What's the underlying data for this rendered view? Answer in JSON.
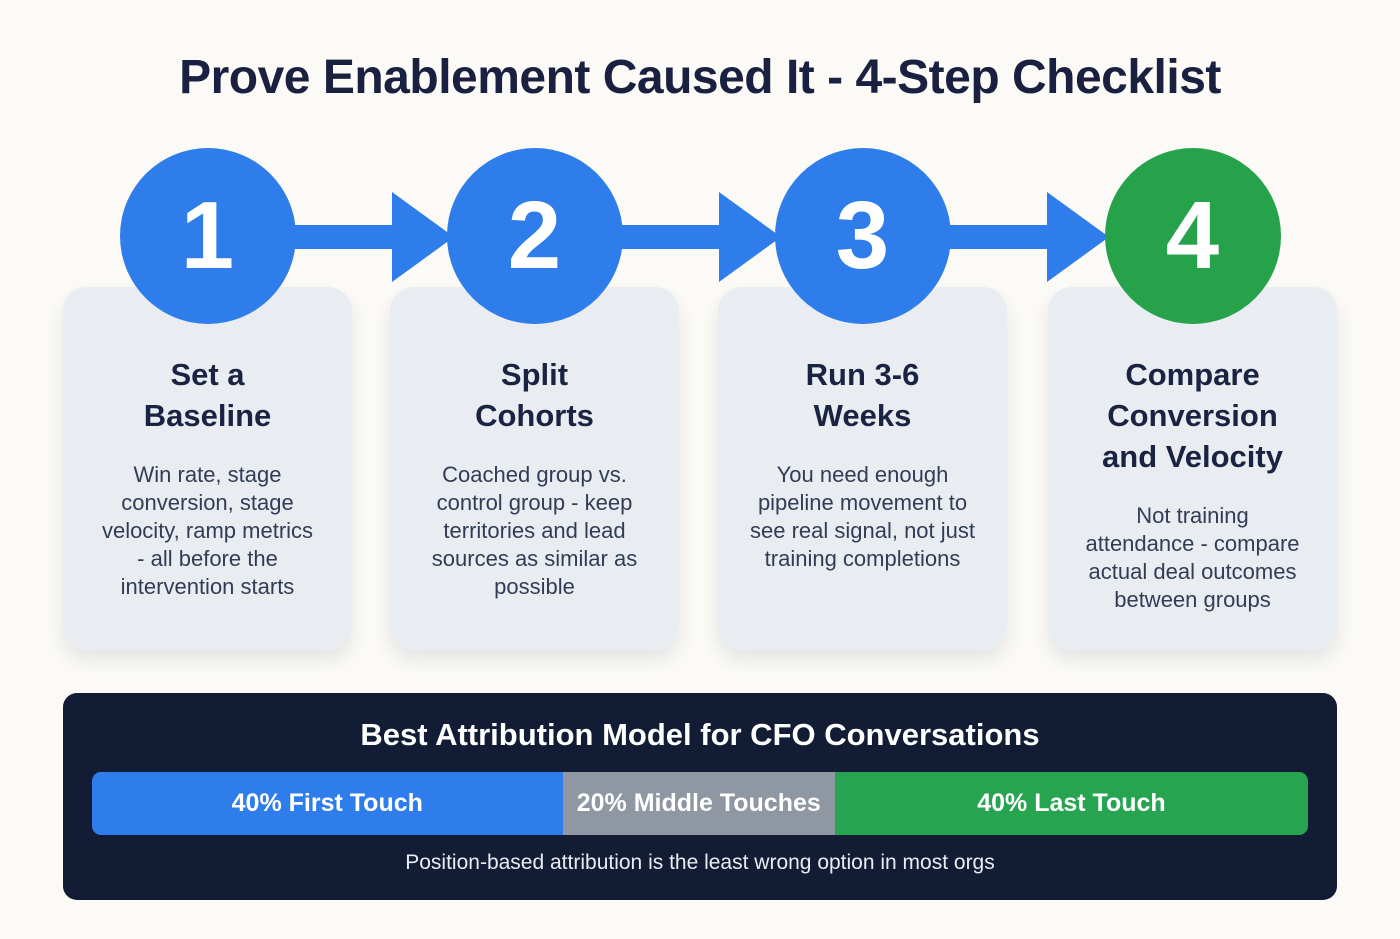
{
  "title": "Prove Enablement Caused It - 4-Step Checklist",
  "colors": {
    "page_background": "#fbfaf6",
    "accent_blue": "#2e7deb",
    "accent_green": "#26a24b",
    "navy_text": "#1a2140",
    "card_background": "#e9edf2",
    "panel_background": "#121c34",
    "gray_segment": "#8f97a2"
  },
  "steps": [
    {
      "number": "1",
      "title": "Set a\nBaseline",
      "body": "Win rate, stage\nconversion, stage\nvelocity, ramp metrics\n- all before the\nintervention starts"
    },
    {
      "number": "2",
      "title": "Split\nCohorts",
      "body": "Coached group vs.\ncontrol group - keep\nterritories and lead\nsources as similar as\npossible"
    },
    {
      "number": "3",
      "title": "Run 3-6\nWeeks",
      "body": "You need enough\npipeline movement to\nsee real signal, not just\ntraining completions"
    },
    {
      "number": "4",
      "title": "Compare\nConversion\nand Velocity",
      "body": "Not training\nattendance - compare\nactual deal outcomes\nbetween groups"
    }
  ],
  "attribution": {
    "heading": "Best Attribution Model for CFO Conversations",
    "segments": [
      {
        "label": "40% First Touch",
        "value": 40,
        "color": "#2e7deb"
      },
      {
        "label": "20% Middle Touches",
        "value": 20,
        "color": "#8f97a2"
      },
      {
        "label": "40% Last Touch",
        "value": 40,
        "color": "#27a450"
      }
    ],
    "caption": "Position-based attribution is the least wrong option in most orgs"
  },
  "chart_data": {
    "type": "bar",
    "title": "Best Attribution Model for CFO Conversations",
    "categories": [
      "First Touch",
      "Middle Touches",
      "Last Touch"
    ],
    "values": [
      40,
      20,
      40
    ],
    "unit": "percent",
    "layout": "horizontal-stacked"
  }
}
